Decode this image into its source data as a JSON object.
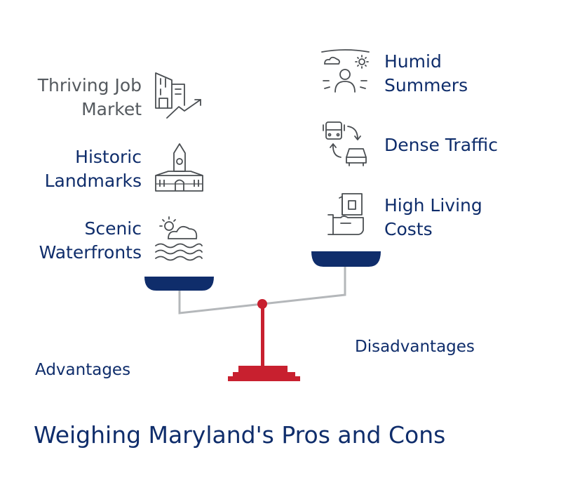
{
  "title": "Weighing Maryland's Pros and Cons",
  "advantages": {
    "label": "Advantages",
    "items": [
      {
        "line1": "Thriving Job",
        "line2": "Market",
        "icon": "office-growth-icon"
      },
      {
        "line1": "Historic",
        "line2": "Landmarks",
        "icon": "historic-building-icon"
      },
      {
        "line1": "Scenic",
        "line2": "Waterfronts",
        "icon": "waterfront-sun-icon"
      }
    ]
  },
  "disadvantages": {
    "label": "Disadvantages",
    "items": [
      {
        "line1": "Humid",
        "line2": "Summers",
        "icon": "person-weather-icon"
      },
      {
        "line1": "Dense Traffic",
        "line2": "",
        "icon": "traffic-vehicles-icon"
      },
      {
        "line1": "High Living",
        "line2": "Costs",
        "icon": "hand-receipt-icon"
      }
    ]
  },
  "colors": {
    "navy": "#0f2d6b",
    "red": "#c8202f",
    "gray_text": "#555a5f",
    "beam": "#b4b7ba",
    "icon": "#4a4e52"
  }
}
